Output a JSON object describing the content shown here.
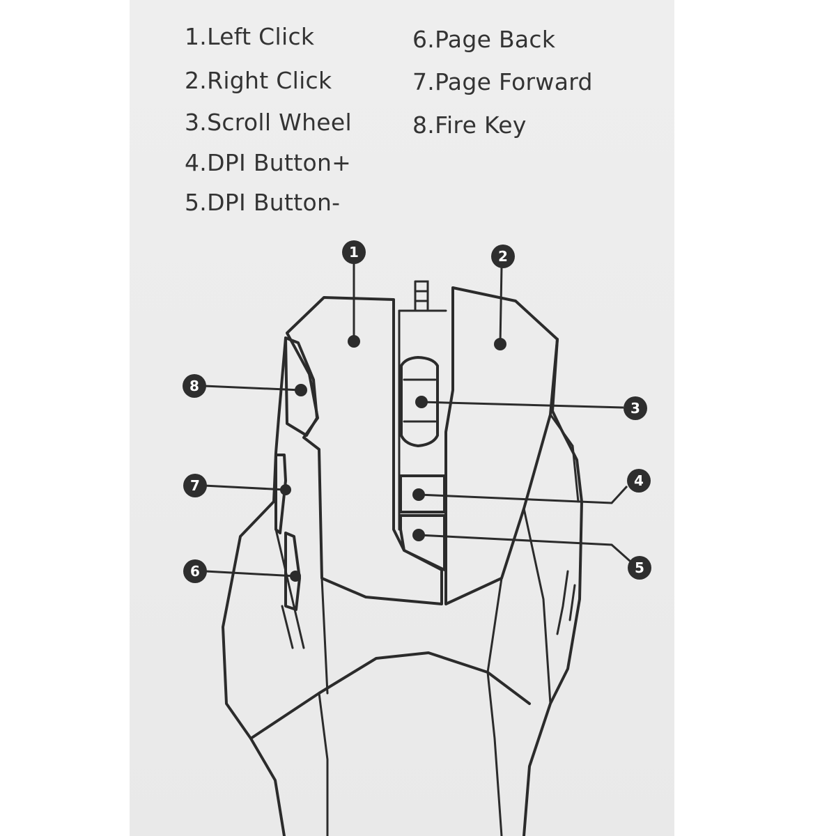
{
  "legend": {
    "items": [
      "1.Left Click",
      "2.Right Click",
      "3.Scroll Wheel",
      "4.DPI Button+",
      "5.DPI Button-",
      "6.Page Back",
      "7.Page Forward",
      "8.Fire Key"
    ]
  },
  "callouts": [
    "1",
    "2",
    "3",
    "4",
    "5",
    "6",
    "7",
    "8"
  ],
  "colors": {
    "paper": "#ececec",
    "ink": "#2b2b2b",
    "text": "#333333"
  }
}
